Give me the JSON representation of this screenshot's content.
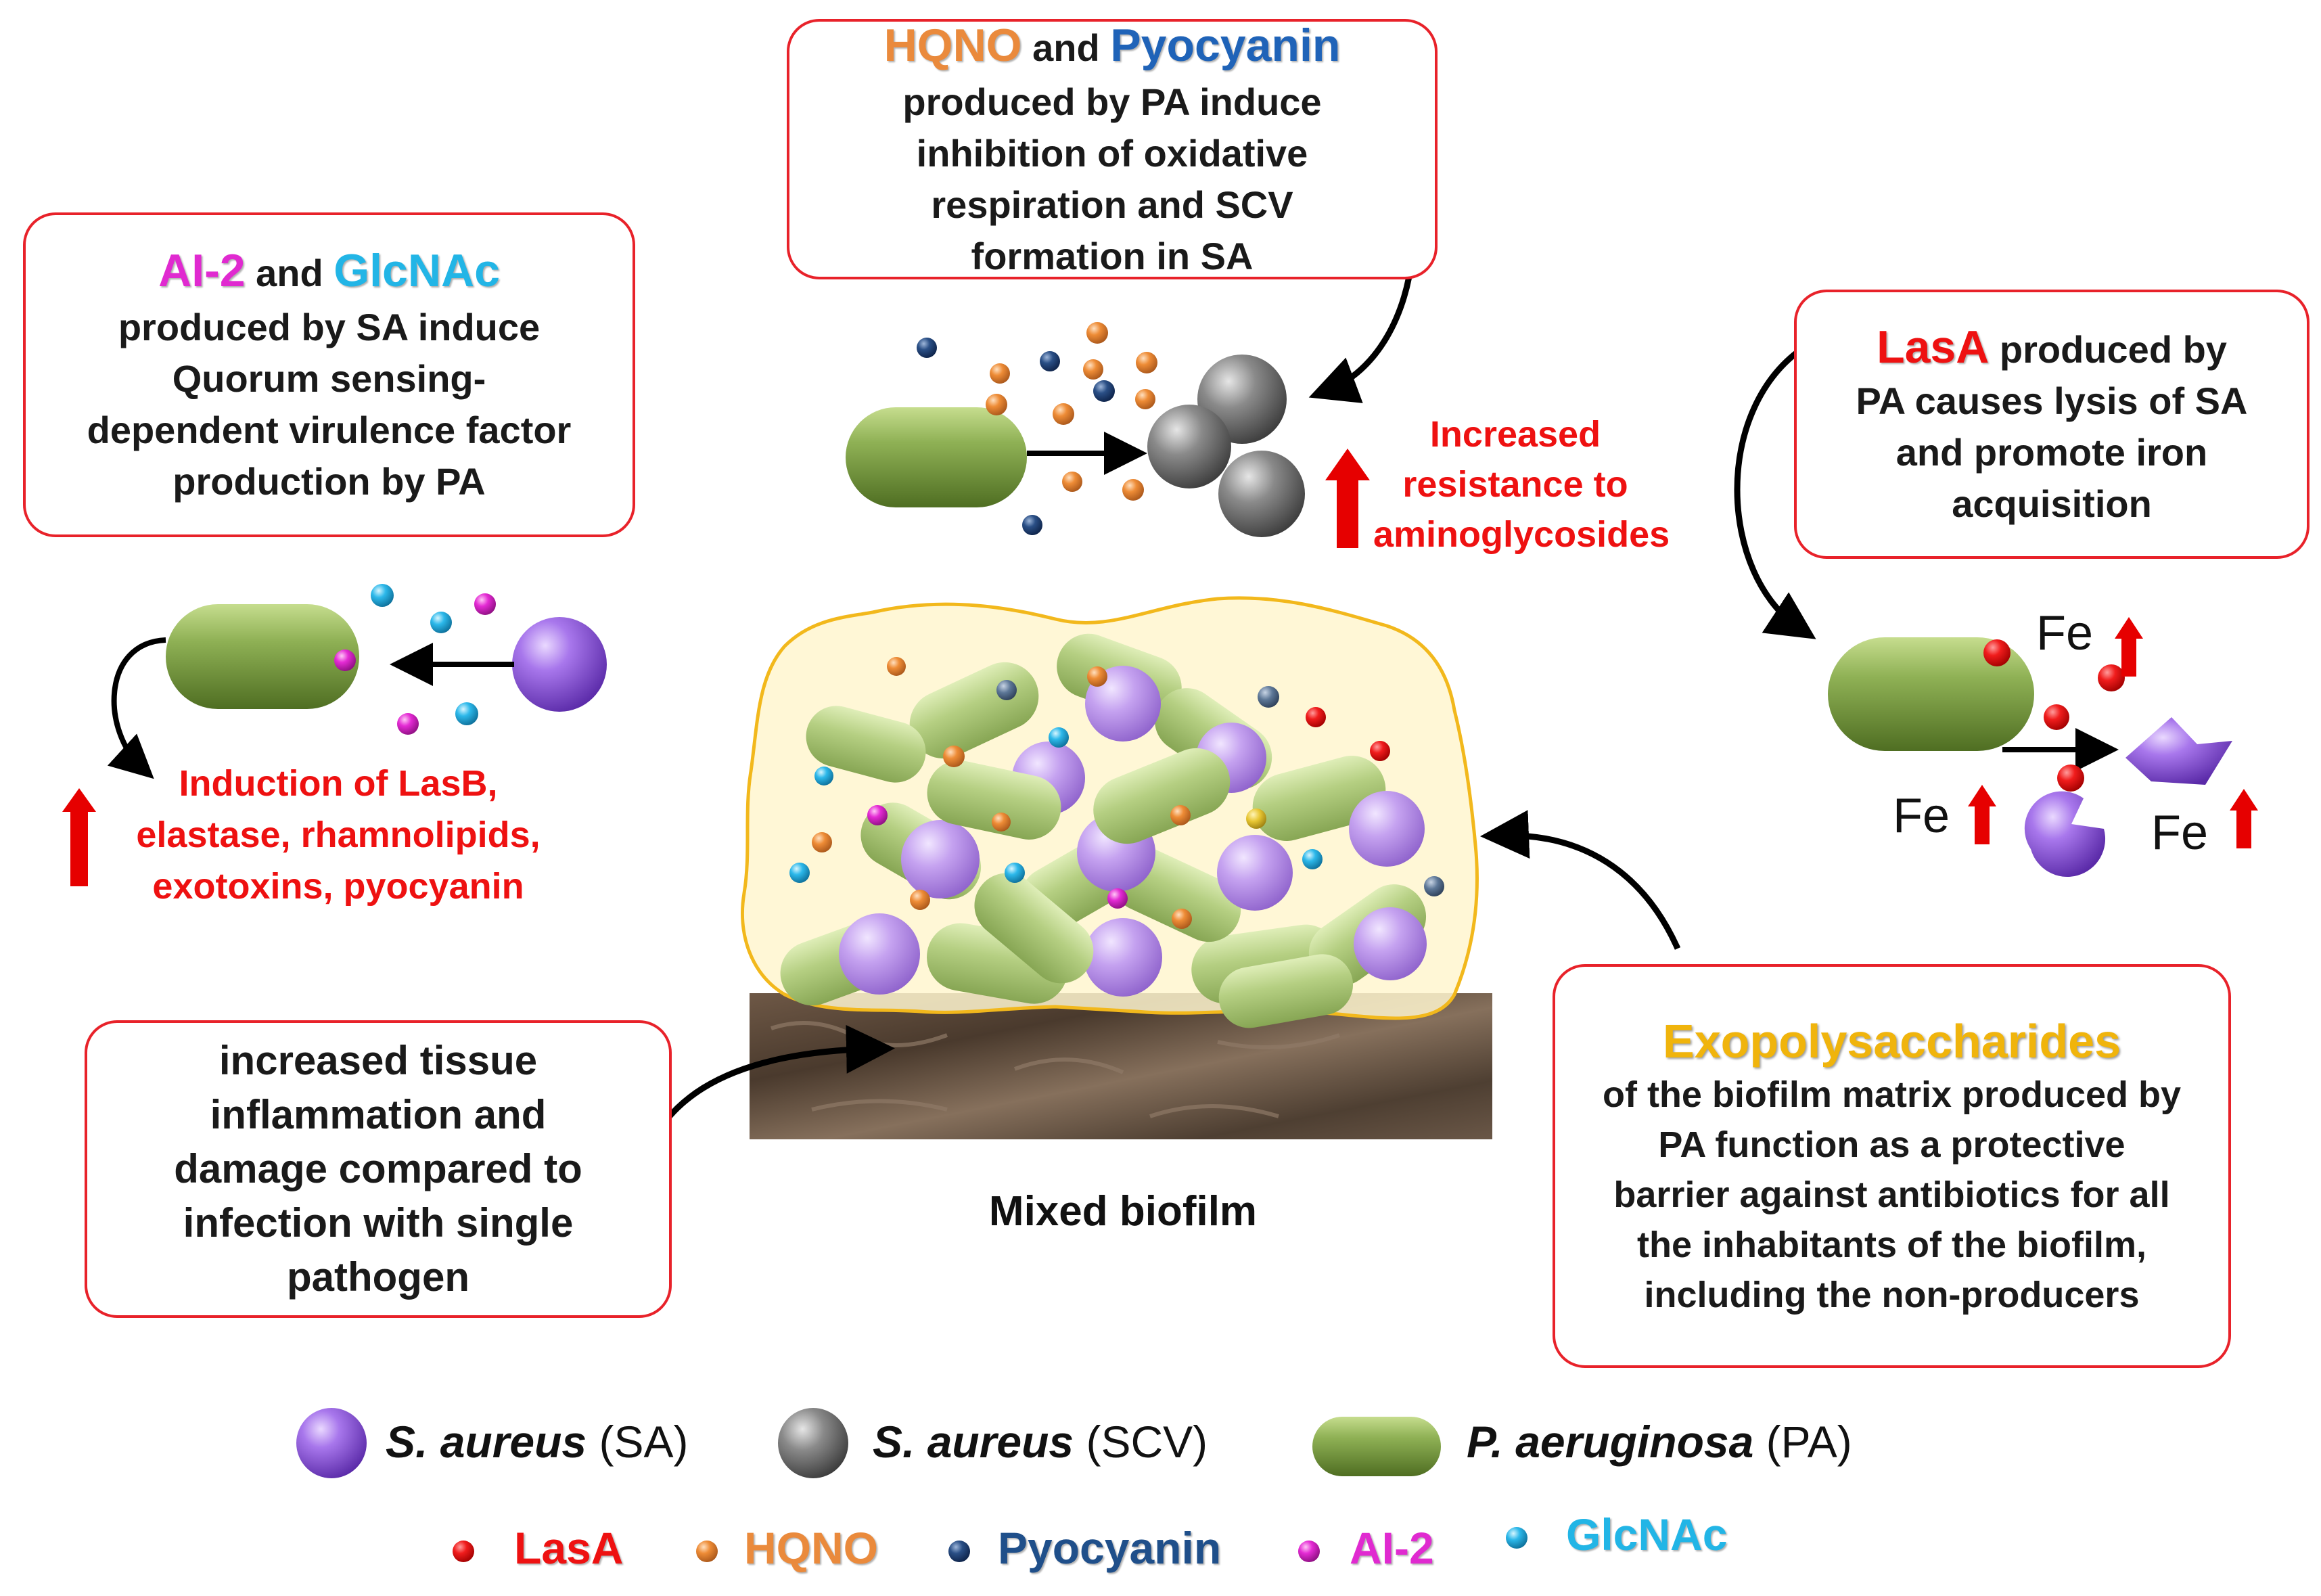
{
  "box_top": {
    "t1": "HQNO",
    "and": " and ",
    "t2": "Pyocyanin",
    "body": "produced by PA induce inhibition of oxidative respiration and SCV formation in SA"
  },
  "box_left": {
    "t1": "AI-2",
    "and": " and ",
    "t2": "GlcNAc",
    "body": "produced by SA induce Quorum sensing-dependent virulence factor production by PA"
  },
  "box_right": {
    "t1": "LasA",
    "body_first": " produced by",
    "body": "PA causes lysis of SA and promote iron acquisition"
  },
  "box_bottom_left": {
    "body": "increased tissue inflammation and damage compared to infection with single pathogen"
  },
  "box_bottom_right": {
    "t1": "Exopolysaccharides",
    "body": "of the biofilm matrix produced by PA function as a protective barrier against antibiotics for all the inhabitants of the biofilm, including the non-producers"
  },
  "resistance_text": "Increased resistance to aminoglycosides",
  "induction_text": "Induction of LasB, elastase, rhamnolipids, exotoxins, pyocyanin",
  "biofilm_label": "Mixed biofilm",
  "fe_label": "Fe",
  "legend": {
    "sa": {
      "species": "S. aureus",
      "abbr": " (SA)"
    },
    "scv": {
      "species": "S. aureus",
      "abbr": " (SCV)"
    },
    "pa": {
      "species": "P. aeruginosa",
      "abbr": " (PA)"
    },
    "molecules": [
      "LasA",
      "HQNO",
      "Pyocyanin",
      "AI-2",
      "GlcNAc"
    ]
  },
  "colors": {
    "border_red": "#e8222a",
    "lasa": "#ee1111",
    "hqno": "#ea8a3c",
    "pyocyanin": "#1f4f8a",
    "ai2": "#e02ad0",
    "glcnac": "#22b5e6",
    "sa_purple": "#8a52d6",
    "scv_gray": "#6e6e6e",
    "pa_green": "#7fa044",
    "exo_gold": "#f0b40c"
  }
}
